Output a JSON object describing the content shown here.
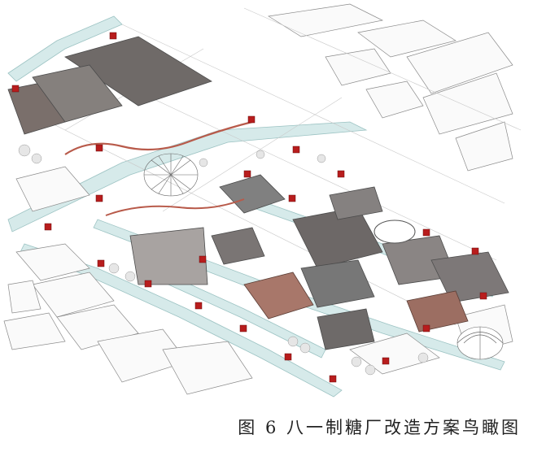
{
  "caption": "图 6 八一制糖厂改造方案鸟瞰图",
  "colors": {
    "background": "#ffffff",
    "water": "#cfe6e6",
    "building_outline": "#6e6e6e",
    "building_fill_light": "#f4f4f4",
    "building_fill_dark": "#77716f",
    "accent_red": "#b81d1d",
    "brick": "#a8776a"
  },
  "icons": [
    "ferris-wheel",
    "dome",
    "tree"
  ]
}
